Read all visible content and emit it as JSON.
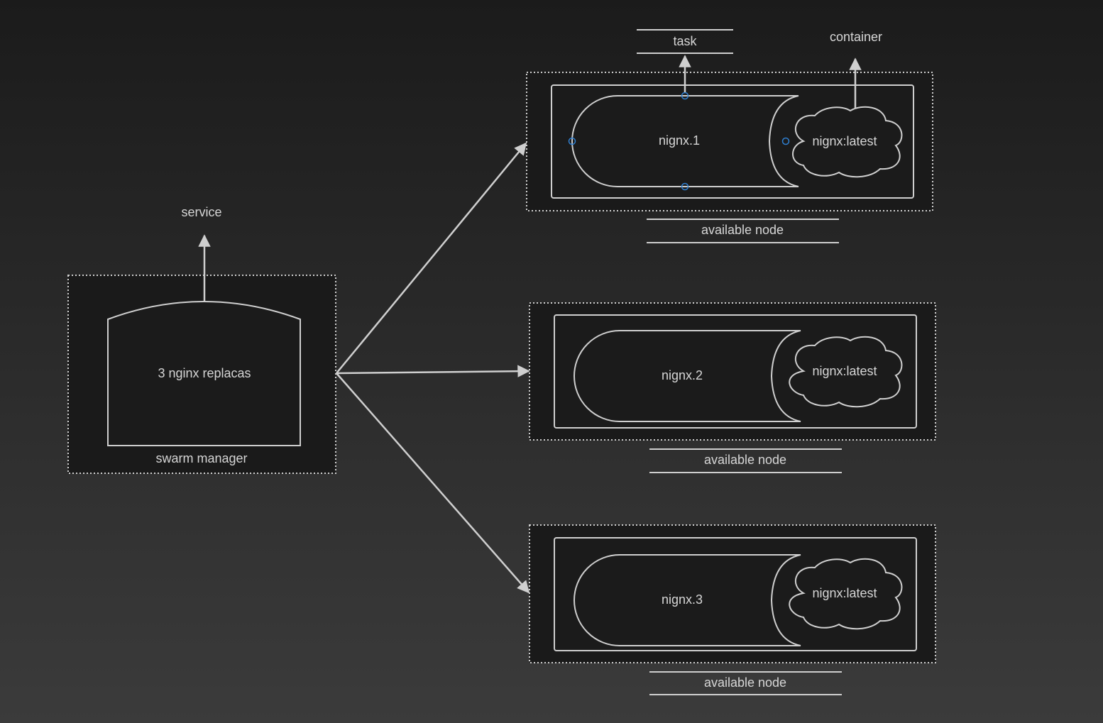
{
  "manager": {
    "label": "swarm manager",
    "service_label": "3 nginx replacas",
    "service_callout": "service"
  },
  "nodes": [
    {
      "task_label": "nignx.1",
      "container_label": "nignx:latest",
      "node_label": "available node"
    },
    {
      "task_label": "nignx.2",
      "container_label": "nignx:latest",
      "node_label": "available node"
    },
    {
      "task_label": "nignx.3",
      "container_label": "nignx:latest",
      "node_label": "available node"
    }
  ],
  "callouts": {
    "task": "task",
    "container": "container"
  },
  "colors": {
    "stroke": "#cfcfcf",
    "text": "#d6d6d6",
    "box_fill": "#1a1a1a",
    "port": "#2f7fd0"
  }
}
